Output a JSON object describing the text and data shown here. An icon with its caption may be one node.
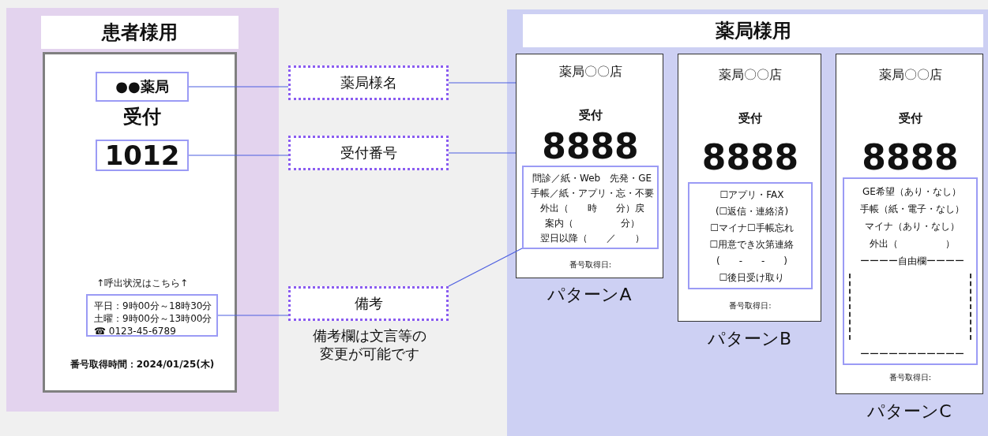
{
  "diagram": {
    "nodes": [
      {
        "text": [
          "患者様用"
        ]
      },
      {
        "text": [
          "受付",
          "↑呼出状況はこちら↑",
          "番号取得時間：2024/01/25(木)"
        ],
        "in": 0
      },
      {
        "text": [
          "●●薬局"
        ],
        "in": 1
      },
      {
        "text": [
          "1012"
        ],
        "in": 1
      },
      {
        "text": [
          "平日：9時00分～18時30分",
          "土曜：9時00分～13時00分",
          "☎ 0123-45-6789"
        ],
        "in": 1
      },
      {
        "text": [
          "薬局様名"
        ]
      },
      {
        "text": [
          "受付番号"
        ]
      },
      {
        "text": [
          "備考"
        ],
        "beside": [
          "備考欄は文言等の変更が可能です"
        ]
      },
      {
        "text": [
          "薬局様用"
        ]
      },
      {
        "text": [
          "薬局〇〇店",
          "受付",
          "8888",
          "番号取得日:"
        ],
        "beside": [
          "パターンA"
        ],
        "in": 8
      },
      {
        "text": [
          "問診／紙・Web　先発・GE",
          "手帳／紙・アプリ・忘・不要",
          "外出（　　時　　分）戻",
          "案内（　　　　　分）",
          "翌日以降（　　／　　）"
        ],
        "in": 9
      },
      {
        "text": [
          "薬局〇〇店",
          "受付",
          "8888",
          "番号取得日:"
        ],
        "beside": [
          "パターンB"
        ],
        "in": 8
      },
      {
        "text": [
          "☐アプリ・FAX",
          "(☐返信・連絡済)",
          "☐マイナ☐手帳忘れ",
          "☐用意でき次第連絡",
          "(　　-　　-　　)",
          "☐後日受け取り"
        ],
        "in": 11
      },
      {
        "text": [
          "薬局〇〇店",
          "受付",
          "8888",
          "番号取得日:"
        ],
        "beside": [
          "パターンC"
        ],
        "in": 8
      },
      {
        "text": [
          "GE希望（あり・なし）",
          "手帳（紙・電子・なし）",
          "マイナ（あり・なし）",
          "外出（　　　　　）",
          "ーーーー自由欄ーーーー",
          "ーーーーーーーーーーー"
        ],
        "in": 13
      }
    ],
    "edges": [
      {
        "from": 2,
        "to": 5,
        "arrow": "none"
      },
      {
        "from": 5,
        "to": 9,
        "arrow": "none"
      },
      {
        "from": 3,
        "to": 6,
        "arrow": "none"
      },
      {
        "from": 6,
        "to": 9,
        "arrow": "none"
      },
      {
        "from": 4,
        "to": 7,
        "arrow": "none"
      },
      {
        "from": 7,
        "to": 10,
        "arrow": "none"
      }
    ]
  }
}
